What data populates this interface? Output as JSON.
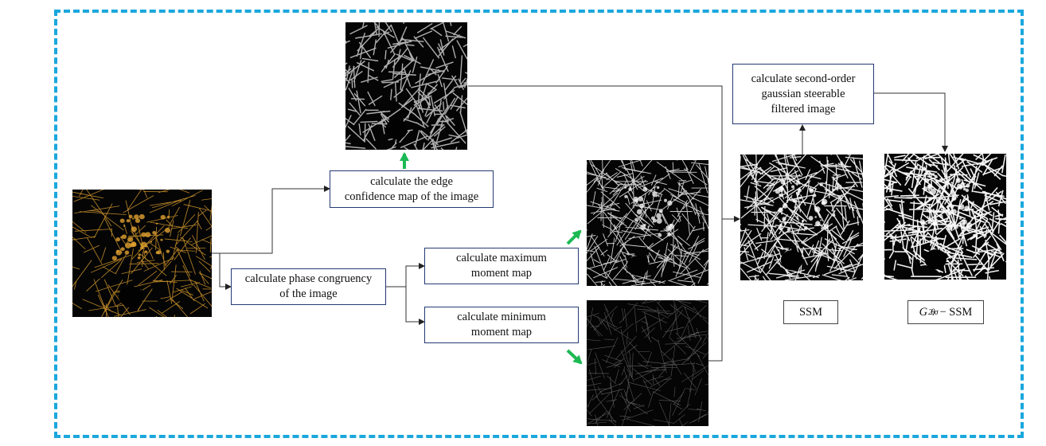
{
  "boxes": {
    "edge_confidence": "calculate the edge\nconfidence  map of the image",
    "phase_congruency": "calculate phase congruency\nof the image",
    "max_moment": "calculate maximum\nmoment map",
    "min_moment": "calculate minimum\nmoment map",
    "steerable_filter": "calculate second-order\ngaussian steerable\nfiltered image"
  },
  "labels": {
    "ssm": "SSM",
    "gssm_base": "G",
    "gssm_sub": "2,σ",
    "gssm_sup": "θ",
    "gssm_rest": "− SSM"
  },
  "images": {
    "input": "night-light-satellite-image",
    "edge": "edge-confidence-map",
    "max": "maximum-moment-map",
    "min": "minimum-moment-map",
    "ssm": "ssm-image",
    "gssm": "steerable-filtered-ssm-image"
  },
  "colors": {
    "frame": "#1aa7dd",
    "box_border": "#243a73",
    "green_arrow": "#1db954",
    "line": "#333333",
    "input_light": "#e0a030"
  }
}
